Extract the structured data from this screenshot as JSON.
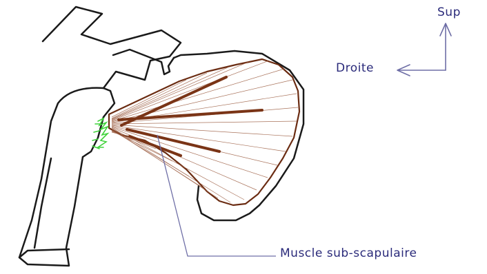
{
  "labels": {
    "up": "Sup",
    "right": "Droite",
    "muscle": "Muscle sub-scapulaire"
  },
  "colors": {
    "outline": "#1a1a1a",
    "muscle_outline": "#6b2c12",
    "muscle_band": "#7a3416",
    "fibers": "#9a5a3e",
    "insertion": "#3fd23a",
    "arrow": "#6e6ea6",
    "label_text": "#2a2a7a"
  }
}
